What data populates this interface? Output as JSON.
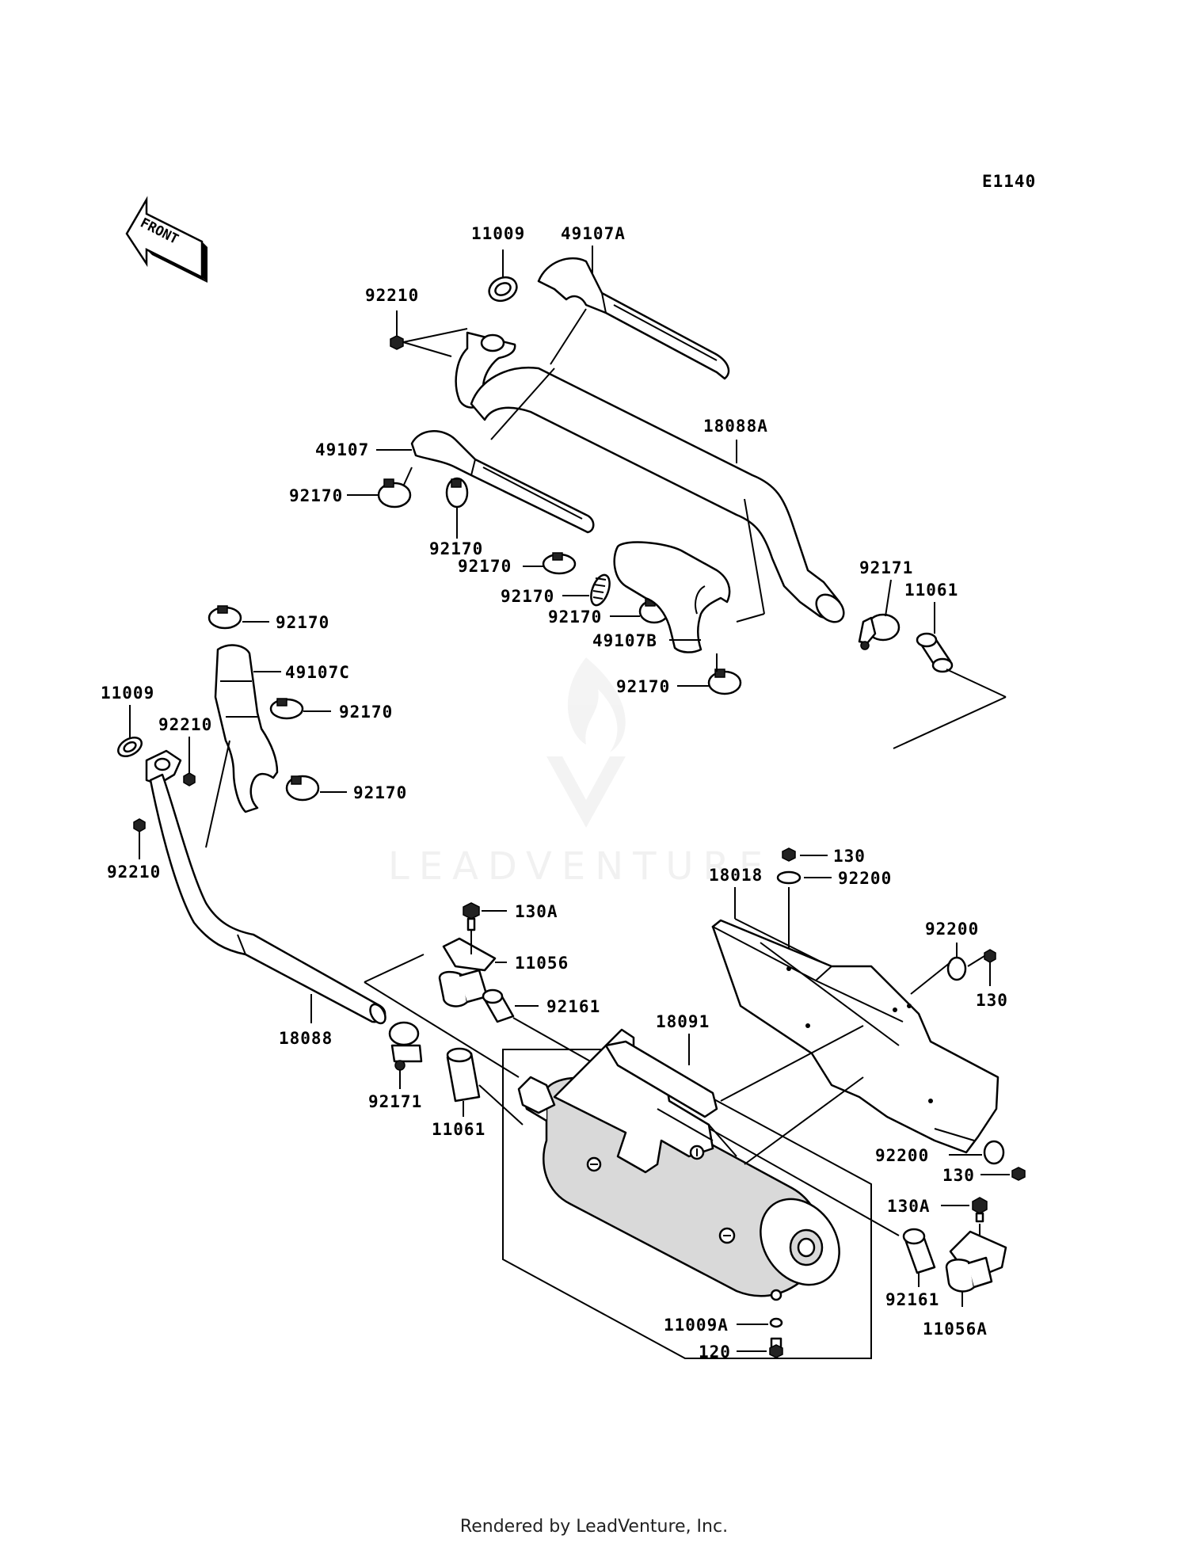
{
  "diagram_code": "E1140",
  "front_label": "FRONT",
  "watermark": "LEADVENTURE",
  "footer": "Rendered by LeadVenture, Inc.",
  "callouts": {
    "c11009_top": "11009",
    "c49107A": "49107A",
    "c92210_top": "92210",
    "c18088A": "18088A",
    "c49107": "49107",
    "c92170_a": "92170",
    "c92170_b": "92170",
    "c92170_c": "92170",
    "c92170_d": "92170",
    "c92170_e": "92170",
    "c92171_top": "92171",
    "c11061_top": "11061",
    "c49107B": "49107B",
    "c92170_f": "92170",
    "c92170_g": "92170",
    "c49107C": "49107C",
    "c11009_left": "11009",
    "c92210_mid": "92210",
    "c92170_h": "92170",
    "c92170_i": "92170",
    "c92210_low": "92210",
    "c130_top": "130",
    "c18018": "18018",
    "c92200_top": "92200",
    "c130A_left": "130A",
    "c92200_right": "92200",
    "c11056": "11056",
    "c130_right": "130",
    "c92161_left": "92161",
    "c18091": "18091",
    "c18088": "18088",
    "c92171_low": "92171",
    "c11061_low": "11061",
    "c92200_low": "92200",
    "c130_low": "130",
    "c130A_right": "130A",
    "c11009A": "11009A",
    "c92161_right": "92161",
    "c120": "120",
    "c11056A": "11056A"
  }
}
